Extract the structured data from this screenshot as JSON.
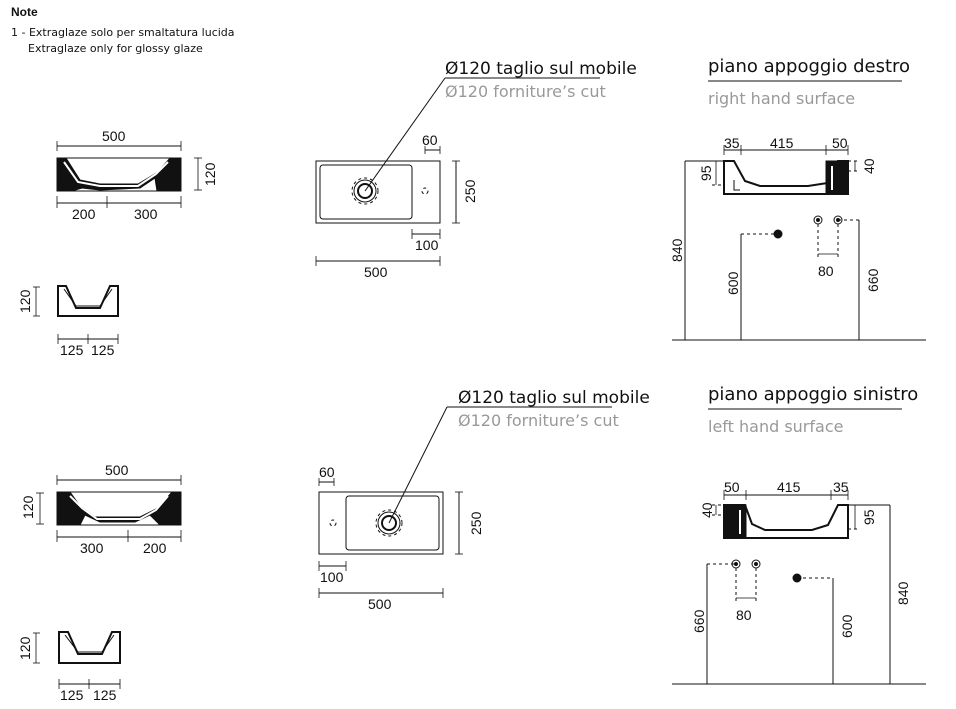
{
  "note": {
    "title": "Note",
    "line1": "1 - Extraglaze solo per smaltatura lucida",
    "line2": "Extraglaze only for glossy glaze"
  },
  "top": {
    "front": {
      "width": "500",
      "height": "120",
      "left": "200",
      "right": "300"
    },
    "side": {
      "height": "120",
      "left": "125",
      "right": "125"
    },
    "plan": {
      "cut_it": "Ø120 taglio sul mobile",
      "cut_en": "Ø120 forniture’s cut",
      "d60": "60",
      "d250": "250",
      "d100": "100",
      "d500": "500"
    },
    "section": {
      "title": "piano appoggio destro",
      "subtitle": "right hand surface",
      "d35": "35",
      "d415": "415",
      "d50": "50",
      "d40": "40",
      "d95": "95",
      "d840": "840",
      "d600": "600",
      "d80": "80",
      "d660": "660"
    }
  },
  "bottom": {
    "front": {
      "width": "500",
      "height": "120",
      "left": "300",
      "right": "200"
    },
    "side": {
      "height": "120",
      "left": "125",
      "right": "125"
    },
    "plan": {
      "cut_it": "Ø120 taglio sul mobile",
      "cut_en": "Ø120 forniture’s cut",
      "d60": "60",
      "d250": "250",
      "d100": "100",
      "d500": "500"
    },
    "section": {
      "title": "piano appoggio sinistro",
      "subtitle": "left hand surface",
      "d50": "50",
      "d415": "415",
      "d35": "35",
      "d40": "40",
      "d95": "95",
      "d660": "660",
      "d80": "80",
      "d600": "600",
      "d840": "840"
    }
  }
}
